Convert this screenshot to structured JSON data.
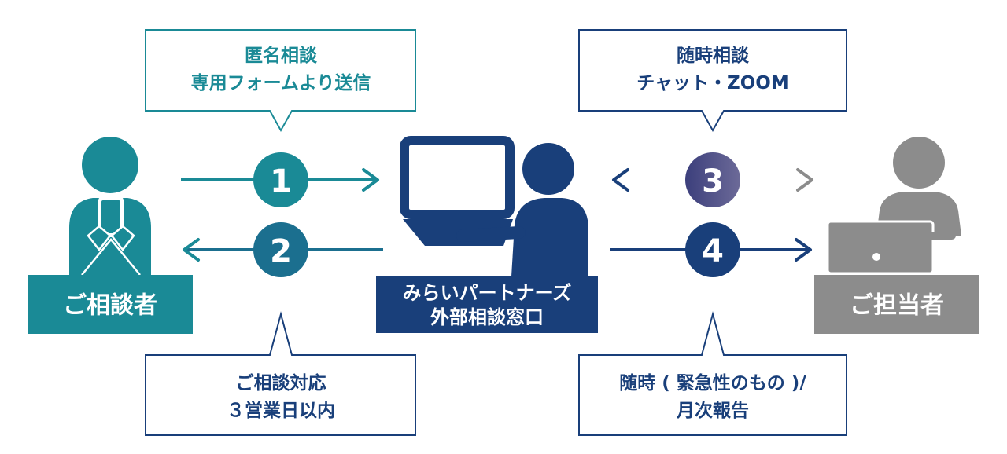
{
  "colors": {
    "teal": "#1a8a96",
    "navy": "#193f7a",
    "purple": "#5b5a8e",
    "gray": "#8c8c8c",
    "white": "#ffffff"
  },
  "callouts": {
    "top_left": {
      "line1": "匿名相談",
      "line2": "専用フォームより送信"
    },
    "top_right": {
      "line1": "随時相談",
      "line2": "チャット・ZOOM"
    },
    "bottom_left": {
      "line1": "ご相談対応",
      "line2": "３営業日以内"
    },
    "bottom_right": {
      "line1": "随時 ( 緊急性のもの )/",
      "line2": "月次報告"
    }
  },
  "steps": {
    "s1": "1",
    "s2": "2",
    "s3": "3",
    "s4": "4"
  },
  "actors": {
    "consultee": "ご相談者",
    "center": {
      "line1": "みらいパートナーズ",
      "line2": "外部相談窓口"
    },
    "contact": "ご担当者"
  },
  "icons": {
    "consultee": "person-with-smartphone-icon",
    "center": "operator-with-monitor-icon",
    "contact": "person-with-laptop-icon"
  }
}
